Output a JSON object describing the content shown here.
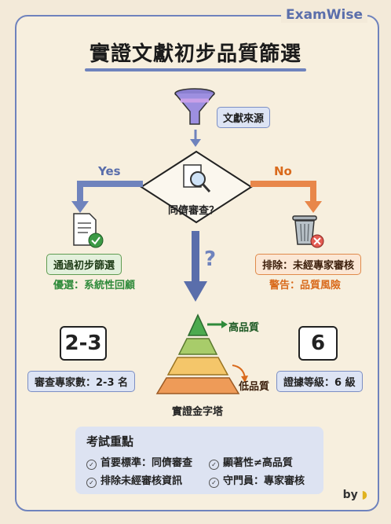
{
  "brand": "ExamWise",
  "title": "實證文獻初步品質篩選",
  "source_label": "文獻來源",
  "decision_label": "同儕審查？",
  "yes_label": "Yes",
  "no_label": "No",
  "question_mark": "?",
  "yes_branch": {
    "box": "通過初步篩選",
    "note": "優選：系統性回顧"
  },
  "no_branch": {
    "box": "排除：未經專家審核",
    "note": "警告：品質風險"
  },
  "pyramid": {
    "high": "高品質",
    "low": "低品質",
    "caption": "實證金字塔"
  },
  "left_stat": {
    "value": "2-3",
    "label": "審查專家數：2-3 名"
  },
  "right_stat": {
    "value": "6",
    "label": "證據等級：6 級"
  },
  "summary": {
    "heading": "考試重點",
    "points": [
      "首要標準：同儕審查",
      "顯著性≠高品質",
      "排除未經審核資訊",
      "守門員：專家審核"
    ]
  },
  "byline": "by",
  "colors": {
    "accent_blue": "#6f83bd",
    "green": "#2f8a3a",
    "orange": "#d96a1c"
  }
}
